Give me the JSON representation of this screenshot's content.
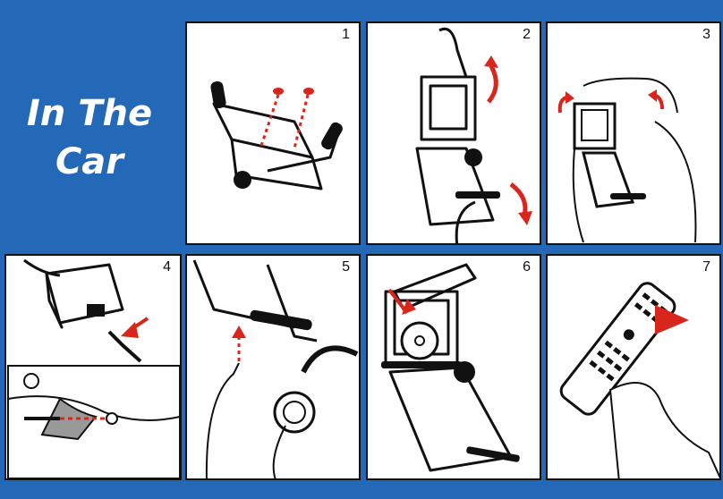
{
  "title": {
    "line1": "In The",
    "line2": "Car"
  },
  "panels": [
    {
      "number": "1"
    },
    {
      "number": "2"
    },
    {
      "number": "3"
    },
    {
      "number": "4"
    },
    {
      "number": "5"
    },
    {
      "number": "6"
    },
    {
      "number": "7"
    }
  ],
  "colors": {
    "background": "#2369b8",
    "arrow": "#d9261c",
    "panel": "#ffffff",
    "ink": "#111111"
  }
}
